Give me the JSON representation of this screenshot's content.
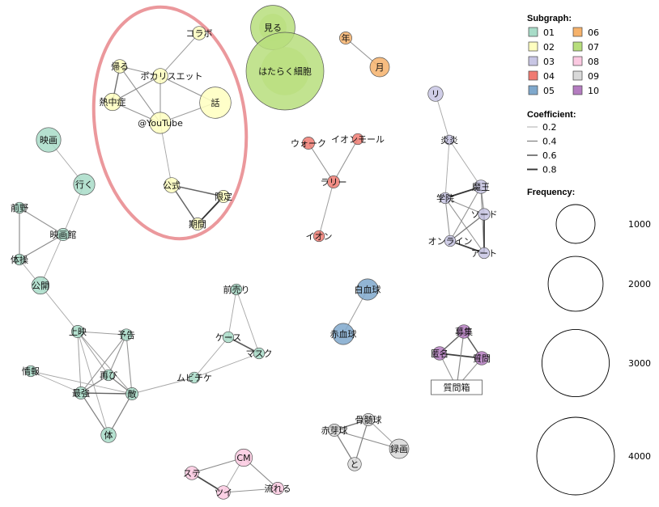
{
  "chart_data": {
    "type": "network",
    "nodes": [
      {
        "id": "コラボ",
        "group": "02",
        "freq": 120
      },
      {
        "id": "帰る",
        "group": "02",
        "freq": 120
      },
      {
        "id": "ポカリスエット",
        "group": "02",
        "freq": 150
      },
      {
        "id": "熱中症",
        "group": "02",
        "freq": 200
      },
      {
        "id": "話",
        "group": "02",
        "freq": 650
      },
      {
        "id": "@YouTube",
        "group": "02",
        "freq": 300
      },
      {
        "id": "公式",
        "group": "02",
        "freq": 150
      },
      {
        "id": "限定",
        "group": "02",
        "freq": 100
      },
      {
        "id": "期間",
        "group": "02",
        "freq": 100
      },
      {
        "id": "見る",
        "group": "07",
        "freq": 1300
      },
      {
        "id": "はたらく細胞",
        "group": "07",
        "freq": 4000
      },
      {
        "id": "年",
        "group": "06",
        "freq": 100
      },
      {
        "id": "月",
        "group": "06",
        "freq": 250
      },
      {
        "id": "映画",
        "group": "01",
        "freq": 400
      },
      {
        "id": "行く",
        "group": "01",
        "freq": 300
      },
      {
        "id": "前野",
        "group": "01",
        "freq": 80
      },
      {
        "id": "映画館",
        "group": "01",
        "freq": 100
      },
      {
        "id": "体操",
        "group": "01",
        "freq": 80
      },
      {
        "id": "公開",
        "group": "01",
        "freq": 200
      },
      {
        "id": "上映",
        "group": "01",
        "freq": 100
      },
      {
        "id": "予告",
        "group": "01",
        "freq": 90
      },
      {
        "id": "情報",
        "group": "01",
        "freq": 80
      },
      {
        "id": "再び",
        "group": "01",
        "freq": 80
      },
      {
        "id": "最強",
        "group": "01",
        "freq": 100
      },
      {
        "id": "敵",
        "group": "01",
        "freq": 100
      },
      {
        "id": "体",
        "group": "01",
        "freq": 150
      },
      {
        "id": "前売り",
        "group": "01",
        "freq": 80
      },
      {
        "id": "ケース",
        "group": "01",
        "freq": 80
      },
      {
        "id": "マスク",
        "group": "01",
        "freq": 80
      },
      {
        "id": "ムビチケ",
        "group": "01",
        "freq": 80
      },
      {
        "id": "ウォーク",
        "group": "04",
        "freq": 100
      },
      {
        "id": "イオンモール",
        "group": "04",
        "freq": 80
      },
      {
        "id": "ラリー",
        "group": "04",
        "freq": 100
      },
      {
        "id": "イオン",
        "group": "04",
        "freq": 80
      },
      {
        "id": "リ",
        "group": "03",
        "freq": 150
      },
      {
        "id": "炎炎",
        "group": "03",
        "freq": 60
      },
      {
        "id": "魔王",
        "group": "03",
        "freq": 120
      },
      {
        "id": "学院",
        "group": "03",
        "freq": 80
      },
      {
        "id": "ソード",
        "group": "03",
        "freq": 90
      },
      {
        "id": "オンライン",
        "group": "03",
        "freq": 80
      },
      {
        "id": "アート",
        "group": "03",
        "freq": 80
      },
      {
        "id": "白血球",
        "group": "05",
        "freq": 300
      },
      {
        "id": "赤血球",
        "group": "05",
        "freq": 300
      },
      {
        "id": "募集",
        "group": "10",
        "freq": 120
      },
      {
        "id": "匿名",
        "group": "10",
        "freq": 120
      },
      {
        "id": "質問",
        "group": "10",
        "freq": 120
      },
      {
        "id": "質問箱",
        "group": "10",
        "freq": 0
      },
      {
        "id": "骨髄球",
        "group": "09",
        "freq": 100
      },
      {
        "id": "赤芽球",
        "group": "09",
        "freq": 100
      },
      {
        "id": "録画",
        "group": "09",
        "freq": 250
      },
      {
        "id": "と",
        "group": "09",
        "freq": 120
      },
      {
        "id": "CM",
        "group": "08",
        "freq": 200
      },
      {
        "id": "ステ",
        "group": "08",
        "freq": 120
      },
      {
        "id": "ツイ",
        "group": "08",
        "freq": 120
      },
      {
        "id": "流れる",
        "group": "08",
        "freq": 100
      }
    ],
    "edges": [
      {
        "source": "コラボ",
        "target": "ポカリスエット",
        "coef": 0.25
      },
      {
        "source": "帰る",
        "target": "ポカリスエット",
        "coef": 0.3
      },
      {
        "source": "帰る",
        "target": "熱中症",
        "coef": 0.5
      },
      {
        "source": "帰る",
        "target": "@YouTube",
        "coef": 0.3
      },
      {
        "source": "ポカリスエット",
        "target": "熱中症",
        "coef": 0.35
      },
      {
        "source": "ポカリスエット",
        "target": "話",
        "coef": 0.3
      },
      {
        "source": "ポカリスエット",
        "target": "@YouTube",
        "coef": 0.3
      },
      {
        "source": "熱中症",
        "target": "@YouTube",
        "coef": 0.3
      },
      {
        "source": "話",
        "target": "@YouTube",
        "coef": 0.25
      },
      {
        "source": "@YouTube",
        "target": "公式",
        "coef": 0.2
      },
      {
        "source": "公式",
        "target": "限定",
        "coef": 0.55
      },
      {
        "source": "公式",
        "target": "期間",
        "coef": 0.55
      },
      {
        "source": "限定",
        "target": "期間",
        "coef": 0.8
      },
      {
        "source": "年",
        "target": "月",
        "coef": 0.3
      },
      {
        "source": "映画",
        "target": "行く",
        "coef": 0.2
      },
      {
        "source": "行く",
        "target": "映画館",
        "coef": 0.2
      },
      {
        "source": "前野",
        "target": "映画館",
        "coef": 0.3
      },
      {
        "source": "前野",
        "target": "体操",
        "coef": 0.35
      },
      {
        "source": "映画館",
        "target": "体操",
        "coef": 0.35
      },
      {
        "source": "映画館",
        "target": "公開",
        "coef": 0.2
      },
      {
        "source": "体操",
        "target": "公開",
        "coef": 0.2
      },
      {
        "source": "公開",
        "target": "上映",
        "coef": 0.2
      },
      {
        "source": "上映",
        "target": "予告",
        "coef": 0.25
      },
      {
        "source": "上映",
        "target": "再び",
        "coef": 0.25
      },
      {
        "source": "上映",
        "target": "最強",
        "coef": 0.25
      },
      {
        "source": "上映",
        "target": "敵",
        "coef": 0.25
      },
      {
        "source": "上映",
        "target": "体",
        "coef": 0.2
      },
      {
        "source": "予告",
        "target": "再び",
        "coef": 0.3
      },
      {
        "source": "予告",
        "target": "最強",
        "coef": 0.3
      },
      {
        "source": "予告",
        "target": "敵",
        "coef": 0.3
      },
      {
        "source": "情報",
        "target": "最強",
        "coef": 0.2
      },
      {
        "source": "情報",
        "target": "敵",
        "coef": 0.2
      },
      {
        "source": "再び",
        "target": "最強",
        "coef": 0.4
      },
      {
        "source": "再び",
        "target": "敵",
        "coef": 0.4
      },
      {
        "source": "最強",
        "target": "敵",
        "coef": 0.55
      },
      {
        "source": "最強",
        "target": "体",
        "coef": 0.4
      },
      {
        "source": "敵",
        "target": "体",
        "coef": 0.4
      },
      {
        "source": "敵",
        "target": "ムビチケ",
        "coef": 0.2
      },
      {
        "source": "前売り",
        "target": "ケース",
        "coef": 0.2
      },
      {
        "source": "前売り",
        "target": "マスク",
        "coef": 0.2
      },
      {
        "source": "ケース",
        "target": "マスク",
        "coef": 0.6
      },
      {
        "source": "ケース",
        "target": "ムビチケ",
        "coef": 0.2
      },
      {
        "source": "マスク",
        "target": "ムビチケ",
        "coef": 0.2
      },
      {
        "source": "ウォーク",
        "target": "ラリー",
        "coef": 0.3
      },
      {
        "source": "イオンモール",
        "target": "ラリー",
        "coef": 0.3
      },
      {
        "source": "ラリー",
        "target": "イオン",
        "coef": 0.25
      },
      {
        "source": "リ",
        "target": "炎炎",
        "coef": 0.2
      },
      {
        "source": "炎炎",
        "target": "学院",
        "coef": 0.2
      },
      {
        "source": "炎炎",
        "target": "魔王",
        "coef": 0.2
      },
      {
        "source": "学院",
        "target": "魔王",
        "coef": 0.8
      },
      {
        "source": "学院",
        "target": "オンライン",
        "coef": 0.3
      },
      {
        "source": "学院",
        "target": "アート",
        "coef": 0.3
      },
      {
        "source": "学院",
        "target": "ソード",
        "coef": 0.3
      },
      {
        "source": "魔王",
        "target": "ソード",
        "coef": 0.35
      },
      {
        "source": "魔王",
        "target": "オンライン",
        "coef": 0.3
      },
      {
        "source": "魔王",
        "target": "アート",
        "coef": 0.3
      },
      {
        "source": "ソード",
        "target": "オンライン",
        "coef": 0.45
      },
      {
        "source": "ソード",
        "target": "アート",
        "coef": 0.75
      },
      {
        "source": "オンライン",
        "target": "アート",
        "coef": 0.75
      },
      {
        "source": "白血球",
        "target": "赤血球",
        "coef": 0.25
      },
      {
        "source": "募集",
        "target": "匿名",
        "coef": 0.55
      },
      {
        "source": "募集",
        "target": "質問",
        "coef": 0.6
      },
      {
        "source": "匿名",
        "target": "質問",
        "coef": 0.75
      },
      {
        "source": "質問箱",
        "target": "募集",
        "coef": 0.35
      },
      {
        "source": "質問箱",
        "target": "匿名",
        "coef": 0.3
      },
      {
        "source": "質問箱",
        "target": "質問",
        "coef": 0.3
      },
      {
        "source": "骨髄球",
        "target": "赤芽球",
        "coef": 0.5
      },
      {
        "source": "骨髄球",
        "target": "録画",
        "coef": 0.25
      },
      {
        "source": "骨髄球",
        "target": "と",
        "coef": 0.4
      },
      {
        "source": "赤芽球",
        "target": "と",
        "coef": 0.4
      },
      {
        "source": "赤芽球",
        "target": "録画",
        "coef": 0.35
      },
      {
        "source": "CM",
        "target": "ステ",
        "coef": 0.35
      },
      {
        "source": "CM",
        "target": "ツイ",
        "coef": 0.2
      },
      {
        "source": "CM",
        "target": "流れる",
        "coef": 0.35
      },
      {
        "source": "ステ",
        "target": "ツイ",
        "coef": 0.7
      },
      {
        "source": "ツイ",
        "target": "流れる",
        "coef": 0.3
      }
    ],
    "highlight": {
      "type": "ellipse",
      "color": "#e8868b"
    },
    "legend": {
      "subgraph_title": "Subgraph:",
      "subgraph_entries": [
        {
          "label": "01",
          "color": "#a8dcc8"
        },
        {
          "label": "02",
          "color": "#ffffc0"
        },
        {
          "label": "03",
          "color": "#c8c6e4"
        },
        {
          "label": "04",
          "color": "#f07b72"
        },
        {
          "label": "05",
          "color": "#7fa8cc"
        },
        {
          "label": "06",
          "color": "#f6b26b"
        },
        {
          "label": "07",
          "color": "#b7de7c"
        },
        {
          "label": "08",
          "color": "#fbc9e1"
        },
        {
          "label": "09",
          "color": "#d9d9d9"
        },
        {
          "label": "10",
          "color": "#b47cc0"
        }
      ],
      "coef_title": "Coefficient:",
      "coef_entries": [
        {
          "label": "0.2",
          "value": 0.2
        },
        {
          "label": "0.4",
          "value": 0.4
        },
        {
          "label": "0.6",
          "value": 0.6
        },
        {
          "label": "0.8",
          "value": 0.8
        }
      ],
      "freq_title": "Frequency:",
      "freq_entries": [
        {
          "label": "1000",
          "value": 1000
        },
        {
          "label": "2000",
          "value": 2000
        },
        {
          "label": "3000",
          "value": 3000
        },
        {
          "label": "4000",
          "value": 4000
        }
      ]
    }
  }
}
